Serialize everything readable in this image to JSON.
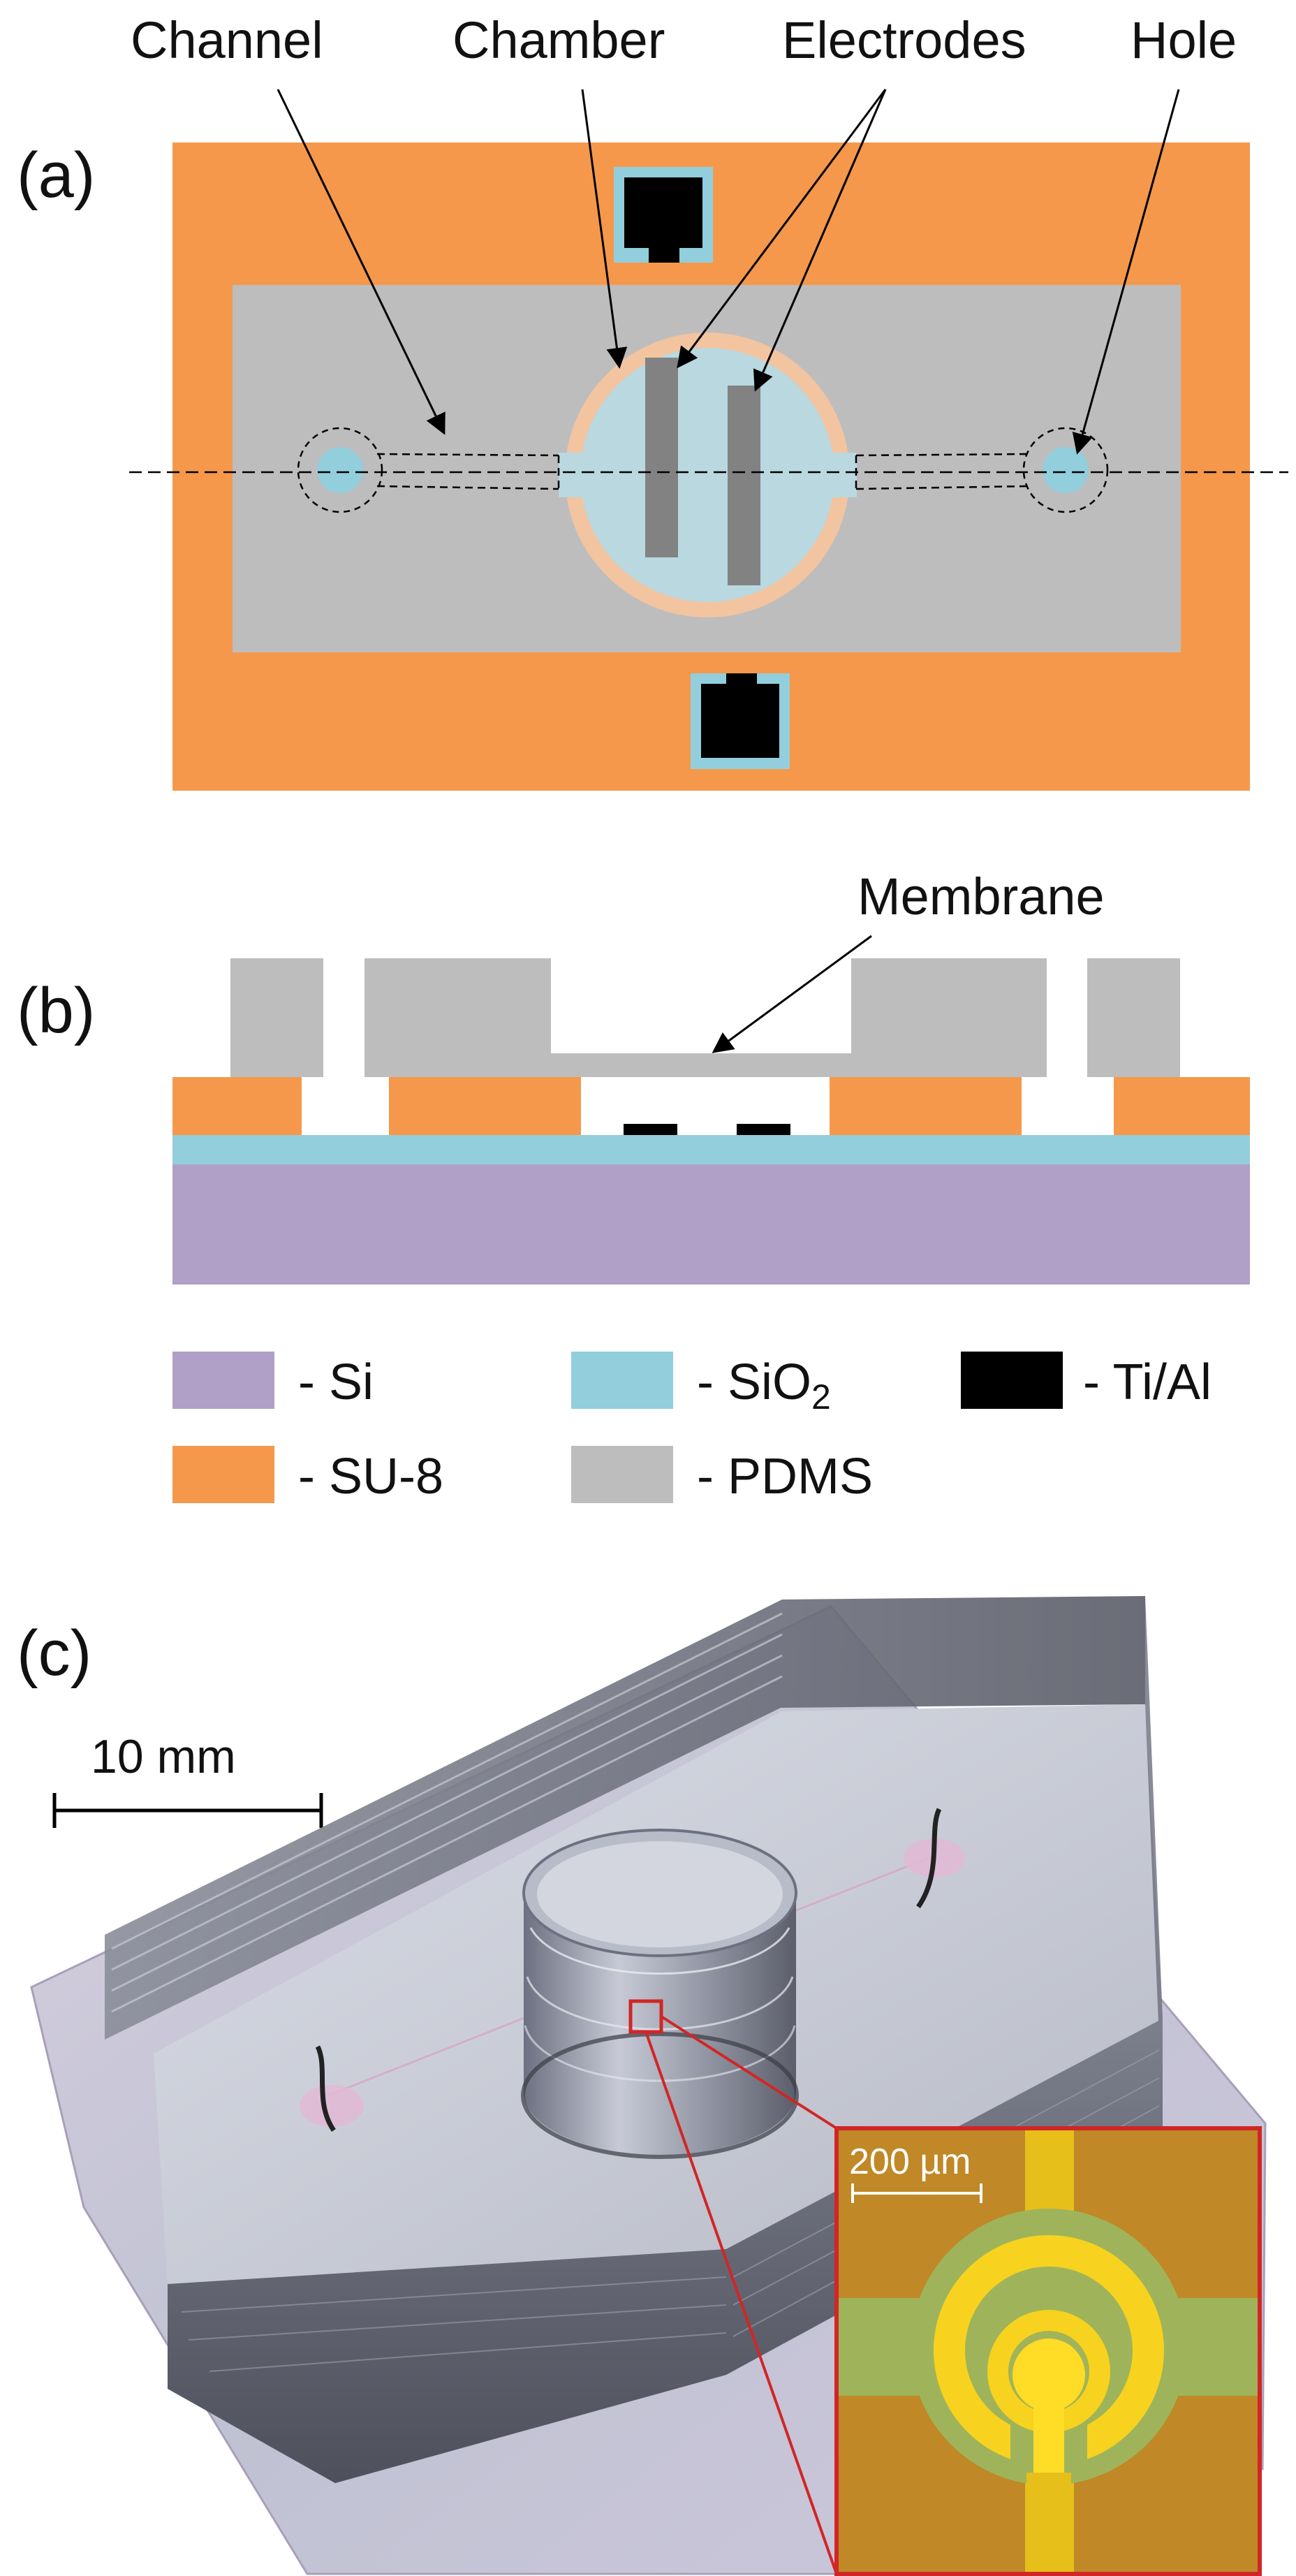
{
  "panels": {
    "a": "(a)",
    "b": "(b)",
    "c": "(c)"
  },
  "callouts": {
    "channel": "Channel",
    "chamber": "Chamber",
    "electrodes": "Electrodes",
    "hole": "Hole",
    "membrane": "Membrane"
  },
  "legend": [
    {
      "label": "- Si",
      "color": "#b09fc6"
    },
    {
      "label": "- SU-8",
      "color": "#f5984b"
    },
    {
      "label": "- SiO",
      "sub": "2",
      "color": "#92cedc"
    },
    {
      "label": "- PDMS",
      "color": "#bdbdbd"
    },
    {
      "label": "- Ti/Al",
      "color": "#000000"
    }
  ],
  "photo": {
    "scale_bar": "10 mm",
    "inset_scale_bar": "200 µm"
  },
  "colors": {
    "si": "#b09fc6",
    "su8": "#f5984b",
    "sio2": "#92cedc",
    "pdms": "#bdbdbd",
    "metal": "#000000",
    "chamber_fill": "#b9d8e0",
    "chamber_ring": "#f2c4a0",
    "electrode": "#828282",
    "inset_gold": "#f7d21e",
    "inset_green": "#9fb45a",
    "inset_border": "#d12626"
  }
}
